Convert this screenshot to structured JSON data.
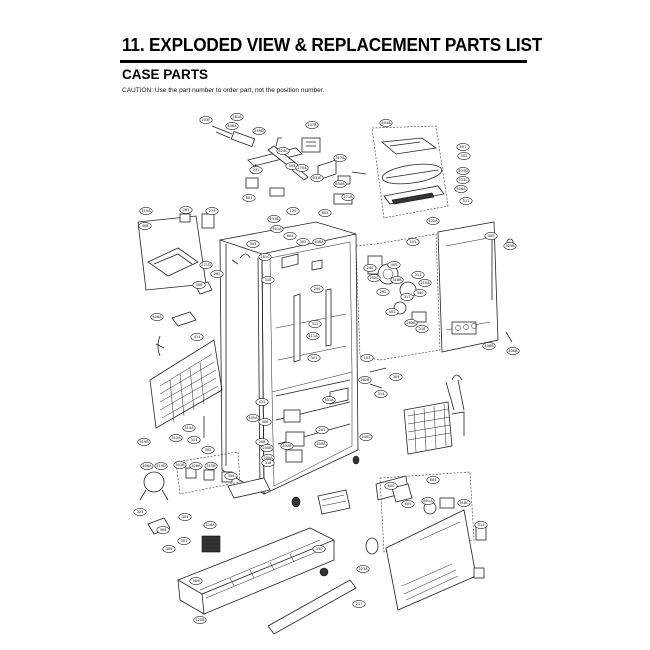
{
  "header": {
    "title": "11. EXPLODED VIEW & REPLACEMENT PARTS LIST",
    "section": "CASE PARTS",
    "caution": "CAUTION: Use the part number to order part, not the position number."
  },
  "diagram": {
    "callouts": [
      {
        "id": "c1",
        "label": "203F"
      },
      {
        "id": "c2",
        "label": "281A"
      },
      {
        "id": "c3",
        "label": "406A"
      },
      {
        "id": "c4",
        "label": "249D"
      },
      {
        "id": "c5",
        "label": "207B"
      },
      {
        "id": "c6",
        "label": "624C"
      },
      {
        "id": "c7",
        "label": "503A"
      },
      {
        "id": "c8",
        "label": "501"
      },
      {
        "id": "c9",
        "label": "502"
      },
      {
        "id": "c10",
        "label": "503D"
      },
      {
        "id": "c11",
        "label": "503C"
      },
      {
        "id": "c12",
        "label": "506A"
      },
      {
        "id": "c13",
        "label": "511"
      },
      {
        "id": "c14",
        "label": "502A"
      },
      {
        "id": "c15",
        "label": "317A"
      },
      {
        "id": "c16",
        "label": "503"
      },
      {
        "id": "c17",
        "label": "270A"
      },
      {
        "id": "c18",
        "label": "631E"
      },
      {
        "id": "c19",
        "label": "231"
      },
      {
        "id": "c20",
        "label": "630A"
      },
      {
        "id": "c21",
        "label": "271B"
      },
      {
        "id": "c22",
        "label": "601"
      },
      {
        "id": "c23",
        "label": "315A"
      },
      {
        "id": "c24",
        "label": "261"
      },
      {
        "id": "c25",
        "label": "279"
      },
      {
        "id": "c26",
        "label": "120"
      },
      {
        "id": "c27",
        "label": "631B"
      },
      {
        "id": "c28",
        "label": "602"
      },
      {
        "id": "c29",
        "label": "604"
      },
      {
        "id": "c30",
        "label": "501A"
      },
      {
        "id": "c31",
        "label": "302"
      },
      {
        "id": "c32",
        "label": "303"
      },
      {
        "id": "c33",
        "label": "408A"
      },
      {
        "id": "c34",
        "label": "408"
      },
      {
        "id": "c35",
        "label": "281C"
      },
      {
        "id": "c36",
        "label": "271D"
      },
      {
        "id": "c37",
        "label": "318"
      },
      {
        "id": "c38",
        "label": "262"
      },
      {
        "id": "c39",
        "label": "308"
      },
      {
        "id": "c40",
        "label": "200"
      },
      {
        "id": "c41",
        "label": "312"
      },
      {
        "id": "c42",
        "label": "411A"
      },
      {
        "id": "c43",
        "label": "406A"
      },
      {
        "id": "c44",
        "label": "411"
      },
      {
        "id": "c45",
        "label": "301"
      },
      {
        "id": "c46",
        "label": "103"
      },
      {
        "id": "c47",
        "label": "409"
      },
      {
        "id": "c48",
        "label": "325B"
      },
      {
        "id": "c49",
        "label": "101"
      },
      {
        "id": "c50",
        "label": "240"
      },
      {
        "id": "c51",
        "label": "405"
      },
      {
        "id": "c52",
        "label": "318B"
      },
      {
        "id": "c53",
        "label": "252C"
      },
      {
        "id": "c54",
        "label": "311"
      },
      {
        "id": "c55",
        "label": "262"
      },
      {
        "id": "c56",
        "label": "210A"
      },
      {
        "id": "c57",
        "label": "317"
      },
      {
        "id": "c58",
        "label": "340"
      },
      {
        "id": "c59",
        "label": "402"
      },
      {
        "id": "c60",
        "label": "262B"
      },
      {
        "id": "c61",
        "label": "318"
      },
      {
        "id": "c62",
        "label": "408B"
      },
      {
        "id": "c63",
        "label": "406B"
      },
      {
        "id": "c64",
        "label": "262B"
      },
      {
        "id": "c65",
        "label": "309"
      },
      {
        "id": "c66",
        "label": "314"
      },
      {
        "id": "c67",
        "label": "412"
      },
      {
        "id": "c68",
        "label": "405A"
      },
      {
        "id": "c69",
        "label": "406"
      },
      {
        "id": "c70",
        "label": "249C"
      },
      {
        "id": "c71",
        "label": "201"
      },
      {
        "id": "c72",
        "label": "208"
      },
      {
        "id": "c73",
        "label": "200B"
      },
      {
        "id": "c74",
        "label": "200A"
      },
      {
        "id": "c75",
        "label": "318"
      },
      {
        "id": "c76",
        "label": "301A"
      },
      {
        "id": "c77",
        "label": "302B"
      },
      {
        "id": "c78",
        "label": "409A"
      },
      {
        "id": "c79",
        "label": "319B"
      },
      {
        "id": "c80",
        "label": "312A"
      },
      {
        "id": "c81",
        "label": "315"
      },
      {
        "id": "c82",
        "label": "310A"
      },
      {
        "id": "c83",
        "label": "301B"
      },
      {
        "id": "c84",
        "label": "302"
      },
      {
        "id": "c85",
        "label": "406A"
      },
      {
        "id": "c86",
        "label": "319D"
      },
      {
        "id": "c87",
        "label": "326A"
      },
      {
        "id": "c88",
        "label": "315B"
      },
      {
        "id": "c89",
        "label": "304"
      },
      {
        "id": "c90",
        "label": "600"
      },
      {
        "id": "c91",
        "label": "605"
      },
      {
        "id": "c92",
        "label": "601A"
      },
      {
        "id": "c93",
        "label": "604"
      },
      {
        "id": "c94",
        "label": "318C"
      },
      {
        "id": "c95",
        "label": "312"
      },
      {
        "id": "c96",
        "label": "325"
      },
      {
        "id": "c97",
        "label": "306"
      },
      {
        "id": "c98",
        "label": "405"
      },
      {
        "id": "c99",
        "label": "326A"
      },
      {
        "id": "c100",
        "label": "330"
      },
      {
        "id": "c101",
        "label": "217"
      },
      {
        "id": "c102",
        "label": "301"
      },
      {
        "id": "c103",
        "label": "406"
      },
      {
        "id": "c104",
        "label": "3D6"
      },
      {
        "id": "c105",
        "label": "323A"
      },
      {
        "id": "c106",
        "label": "120B"
      }
    ]
  }
}
